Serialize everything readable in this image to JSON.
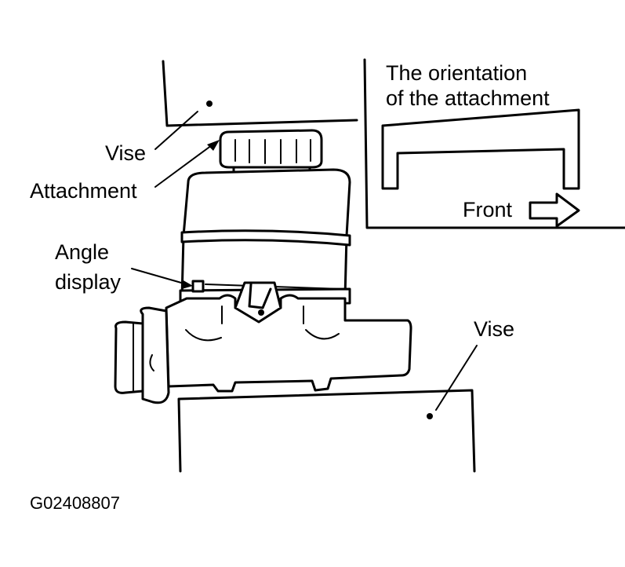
{
  "labels": {
    "vise_top": "Vise",
    "attachment": "Attachment",
    "angle_display_line1": "Angle",
    "angle_display_line2": "display",
    "vise_bottom": "Vise",
    "inset_title_line1": "The orientation",
    "inset_title_line2": "of the attachment",
    "front": "Front",
    "figure_id": "G02408807"
  },
  "colors": {
    "ink": "#000000",
    "background": "#ffffff"
  }
}
